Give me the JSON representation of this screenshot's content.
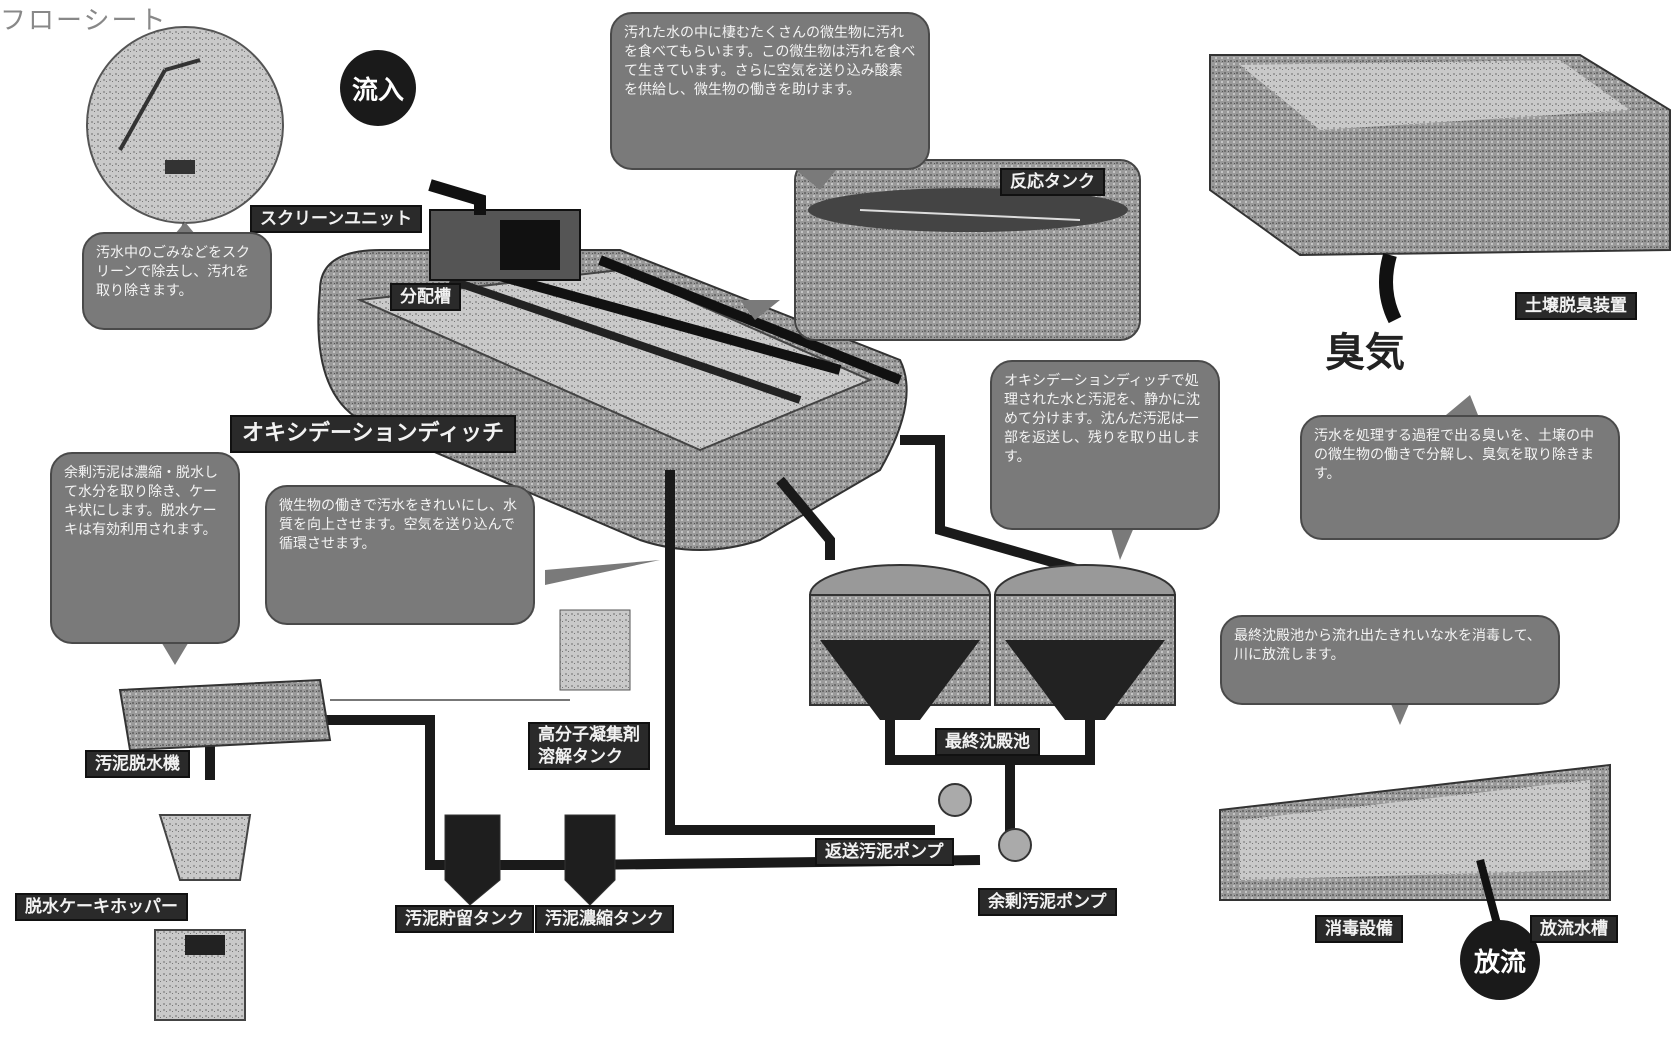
{
  "title": "フローシート",
  "badges": {
    "inflow": "流入",
    "outflow": "放流"
  },
  "odor_text": "臭気",
  "labels": {
    "screen": "スクリーンユニット",
    "distribution": "分配槽",
    "oxidation": "オキシデーションディッチ",
    "reaction": "反応タンク",
    "sedimentation": "最終沈殿池",
    "soil_deodorizer": "土壌脱臭装置",
    "dewatering": "汚泥脱水機",
    "polymer_tank": "高分子凝集剤\n溶解タンク",
    "cake_hopper": "脱水ケーキホッパー",
    "storage_tank": "汚泥貯留タンク",
    "thickening_tank": "汚泥濃縮タンク",
    "return_pump": "返送汚泥ポンプ",
    "excess_pump": "余剰汚泥ポンプ",
    "disinfection": "消毒設備",
    "discharge": "放流水槽"
  },
  "bubbles": {
    "screen": "汚水中のごみなどをスクリーンで除去し、汚れを取り除きます。",
    "microbes": "汚れた水の中に棲むたくさんの微生物に汚れを食べてもらいます。この微生物は汚れを食べて生きています。さらに空気を送り込み酸素を供給し、微生物の働きを助けます。",
    "oxidation": "微生物の働きで汚水をきれいにし、水質を向上させます。空気を送り込んで循環させます。",
    "sedimentation": "オキシデーションディッチで処理された水と汚泥を、静かに沈めて分けます。沈んだ汚泥は一部を返送し、残りを取り出します。",
    "deodor": "汚水を処理する過程で出る臭いを、土壌の中の微生物の働きで分解し、臭気を取り除きます。",
    "dewatering": "余剰汚泥は濃縮・脱水して水分を取り除き、ケーキ状にします。脱水ケーキは有効利用されます。",
    "disinfection": "最終沈殿池から流れ出たきれいな水を消毒して、川に放流します。"
  }
}
